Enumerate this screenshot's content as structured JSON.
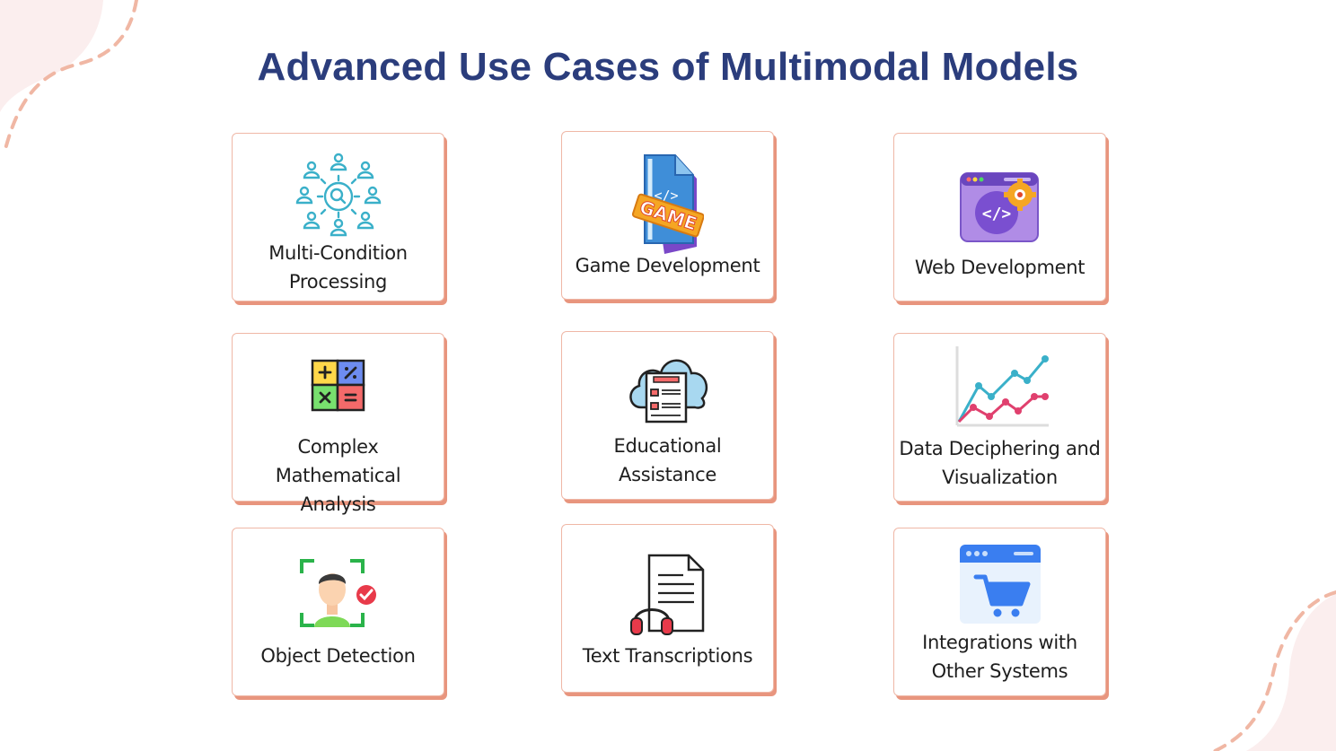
{
  "title": "Advanced Use Cases of Multimodal Models",
  "cards": [
    {
      "id": "multi-condition",
      "label_lines": [
        "Multi-Condition",
        "Processing"
      ],
      "icon": "network-search-icon"
    },
    {
      "id": "game-development",
      "label_lines": [
        "Game Development"
      ],
      "icon": "game-file-icon",
      "icon_text": "GAME"
    },
    {
      "id": "web-development",
      "label_lines": [
        "Web Development"
      ],
      "icon": "browser-code-gear-icon"
    },
    {
      "id": "math-analysis",
      "label_lines": [
        "Complex Mathematical",
        "Analysis"
      ],
      "icon": "calculator-operators-icon"
    },
    {
      "id": "educational",
      "label_lines": [
        "Educational",
        "Assistance"
      ],
      "icon": "cloud-checklist-icon"
    },
    {
      "id": "data-visualization",
      "label_lines": [
        "Data Deciphering and",
        "Visualization"
      ],
      "icon": "line-chart-icon"
    },
    {
      "id": "object-detection",
      "label_lines": [
        "Object Detection"
      ],
      "icon": "face-detection-icon"
    },
    {
      "id": "text-transcription",
      "label_lines": [
        "Text Transcriptions"
      ],
      "icon": "document-headphones-icon"
    },
    {
      "id": "integrations",
      "label_lines": [
        "Integrations with",
        "Other Systems"
      ],
      "icon": "browser-cart-icon"
    }
  ],
  "colors": {
    "title": "#2b3d7c",
    "card_border": "#efb7a6",
    "card_shadow": "#e8957e",
    "deco_blob": "#fbeeee",
    "deco_dash": "#f0b7a4"
  }
}
